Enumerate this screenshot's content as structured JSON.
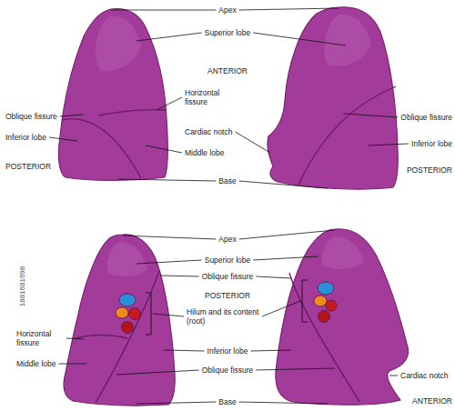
{
  "diagram": {
    "labels": [
      "Apex",
      "Superior lobe",
      "ANTERIOR",
      "Oblique fissure",
      "Horizontal fissure",
      "Oblique fissure",
      "Inferior lobe",
      "Cardiac notch",
      "Inferior lobe",
      "Middle lobe",
      "POSTERIOR",
      "POSTERIOR",
      "Base",
      "Apex",
      "Superior lobe",
      "Oblique fissure",
      "POSTERIOR",
      "Hilum and its content (root)",
      "Horizontal fissure",
      "Inferior lobe",
      "Middle lobe",
      "Oblique fissure",
      "Cardiac notch",
      "Base",
      "ANTERIOR",
      "1881681698"
    ]
  }
}
